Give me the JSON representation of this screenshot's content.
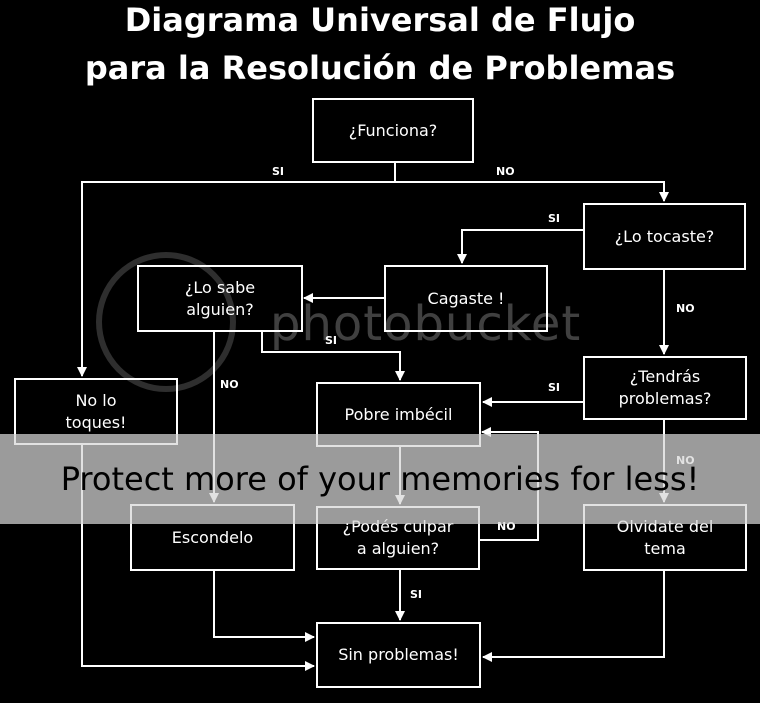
{
  "title": {
    "line1": "Diagrama Universal de Flujo",
    "line2": "para la Resolución de Problemas"
  },
  "nodes": {
    "funciona": "¿Funciona?",
    "lo_tocaste": "¿Lo tocaste?",
    "cagaste": "Cagaste !",
    "lo_sabe": "¿Lo sabe\nalguien?",
    "no_lo_toques": "No lo\ntoques!",
    "tendras": "¿Tendrás\nproblemas?",
    "pobre": "Pobre imbécil",
    "escondelo": "Escondelo",
    "podes_culpar": "¿Podés culpar\na alguien?",
    "olvidate": "Olvidate del\ntema",
    "sin_problemas": "Sin problemas!"
  },
  "labels": {
    "si": "SI",
    "no": "NO"
  },
  "watermark": {
    "brand": "photobucket",
    "banner": "Protect more of your memories for less!"
  }
}
